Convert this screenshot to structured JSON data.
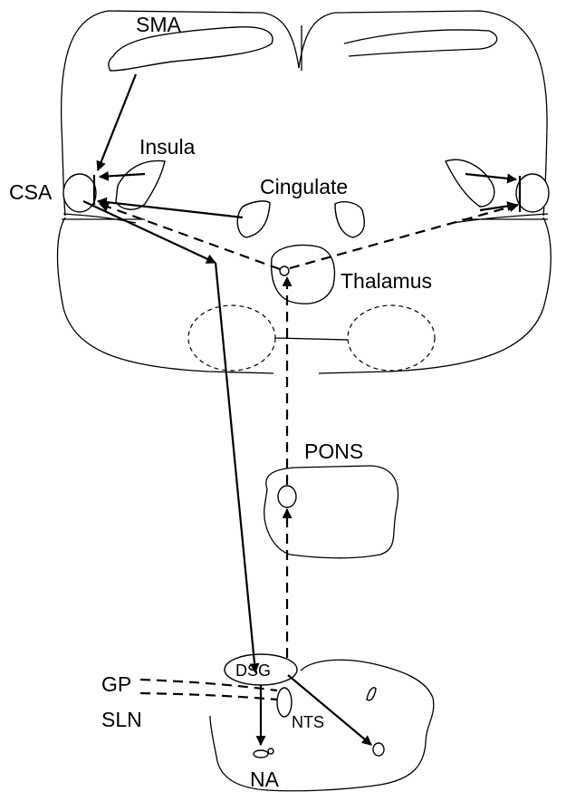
{
  "labels": {
    "sma": "SMA",
    "insula": "Insula",
    "csa": "CSA",
    "cingulate": "Cingulate",
    "thalamus": "Thalamus",
    "pons": "PONS",
    "dsg": "DSG",
    "gp": "GP",
    "sln": "SLN",
    "nts": "NTS",
    "na": "NA"
  }
}
